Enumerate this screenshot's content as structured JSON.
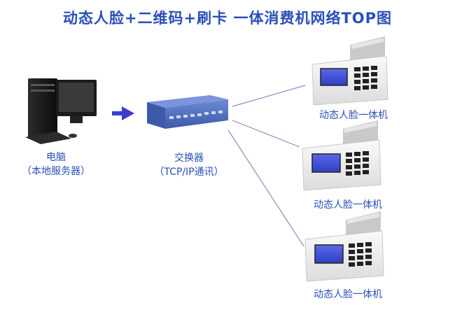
{
  "title": "动态人脸+二维码+刷卡 一体消费机网络TOP图",
  "computer": {
    "name": "电脑",
    "role": "（本地服务器）"
  },
  "switch": {
    "name": "交换器",
    "role": "（TCP/IP通讯）"
  },
  "terminals": [
    {
      "label": "动态人脸一体机"
    },
    {
      "label": "动态人脸一体机"
    },
    {
      "label": "动态人脸一体机"
    }
  ],
  "colors": {
    "label": "#2a4fb8",
    "arrow": "#3d3dc8",
    "line": "#8c8cc0",
    "switch_body": "#4e6ec4"
  }
}
